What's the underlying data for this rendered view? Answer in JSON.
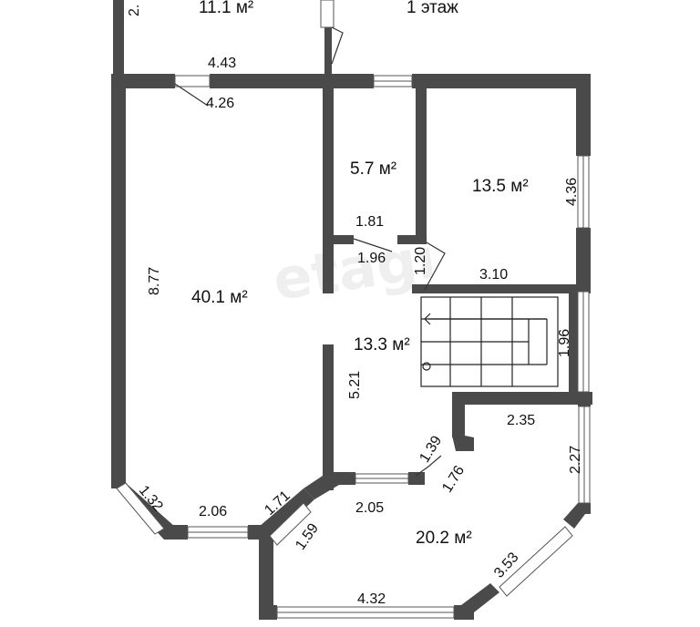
{
  "floor_label": "1 этаж",
  "rooms": [
    {
      "key": "top_room",
      "area": "11.1 м²"
    },
    {
      "key": "living",
      "area": "40.1 м²"
    },
    {
      "key": "small",
      "area": "5.7 м²"
    },
    {
      "key": "right",
      "area": "13.5 м²"
    },
    {
      "key": "hall",
      "area": "13.3 м²"
    },
    {
      "key": "bottom",
      "area": "20.2 м²"
    }
  ],
  "dimensions": {
    "top_partial": "2.",
    "d443": "4.43",
    "d426": "4.26",
    "d877": "8.77",
    "d181": "1.81",
    "d196a": "1.96",
    "d120": "1.20",
    "d310": "3.10",
    "d436": "4.36",
    "d196b": "1.96",
    "d521": "5.21",
    "d235": "2.35",
    "d139": "1.39",
    "d176": "1.76",
    "d227": "2.27",
    "d132": "1.32",
    "d206": "2.06",
    "d171": "1.71",
    "d159": "1.59",
    "d205": "2.05",
    "d353": "3.53",
    "d432": "4.32"
  },
  "watermark": "etagi"
}
